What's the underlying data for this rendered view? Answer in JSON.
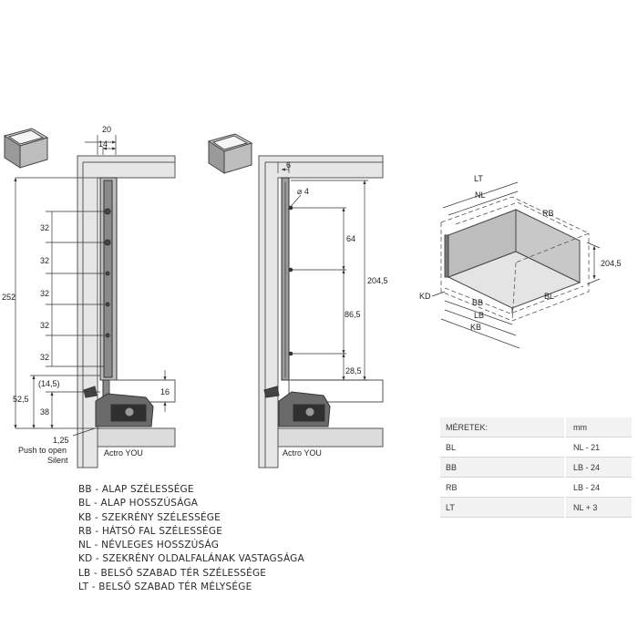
{
  "left_view": {
    "top_dims": [
      "20",
      "14"
    ],
    "pitch_dims": [
      "32",
      "32",
      "32",
      "32",
      "32"
    ],
    "overall_dim": "252",
    "lower_dims": [
      "(14,5)",
      "52,5",
      "38",
      "1,25",
      "16"
    ],
    "caption": "Actro YOU",
    "push_note_line1": "Push to open",
    "push_note_line2": "Silent"
  },
  "mid_view": {
    "top_dims": [
      "6"
    ],
    "hole_dim": "⌀ 4",
    "dims": [
      "64",
      "86,5",
      "28,5",
      "204,5"
    ],
    "caption": "Actro YOU"
  },
  "iso_view": {
    "labels": [
      "LT",
      "NL",
      "RB",
      "204,5",
      "KD",
      "BB",
      "BL",
      "LB",
      "KB"
    ]
  },
  "legend": [
    "BB - ALAP SZÉLESSÉGE",
    "BL - ALAP HOSSZÚSÁGA",
    "KB - SZEKRÉNY SZÉLESSÉGE",
    "RB - HÁTSÓ FAL SZÉLESSÉGE",
    "NL - NÉVLEGES HOSSZÚSÁG",
    "KD - SZEKRÉNY OLDALFALÁNAK VASTAGSÁGA",
    "LB - BELSŐ SZABAD TÉR SZÉLESSÉGE",
    "LT - BELSŐ SZABAD TÉR MÉLYSÉGE"
  ],
  "table": {
    "header": [
      "MÉRETEK:",
      "mm"
    ],
    "rows": [
      [
        "BL",
        "NL - 21"
      ],
      [
        "BB",
        "LB - 24"
      ],
      [
        "RB",
        "LB - 24"
      ],
      [
        "LT",
        "NL + 3"
      ]
    ]
  }
}
